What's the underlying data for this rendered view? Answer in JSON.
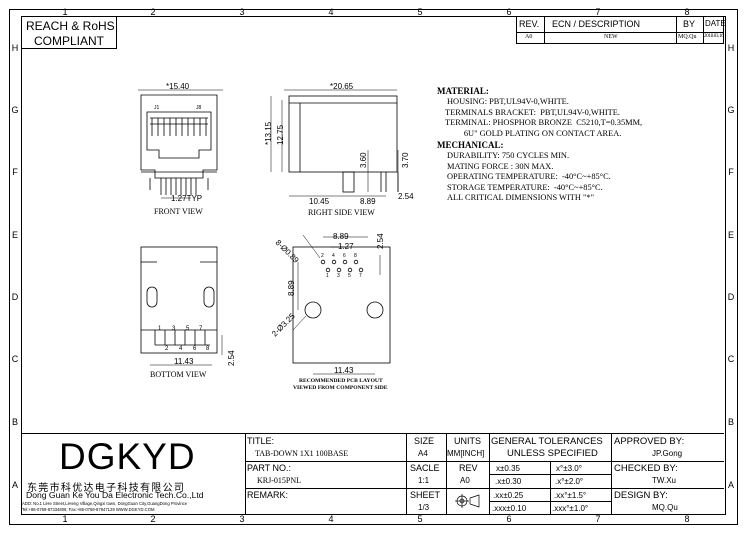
{
  "border": {
    "columns": [
      "1",
      "2",
      "3",
      "4",
      "5",
      "6",
      "7",
      "8"
    ],
    "rows": [
      "H",
      "G",
      "F",
      "E",
      "D",
      "C",
      "B",
      "A"
    ]
  },
  "compliance": {
    "line1": "REACH & RoHS",
    "line2": "COMPLIANT"
  },
  "revision": {
    "headers": {
      "rev": "REV.",
      "ecn": "ECN / DESCRIPTION",
      "by": "BY",
      "date": "DATE"
    },
    "row": {
      "rev": "A0",
      "ecn": "NEW",
      "by": "MQ.Qu",
      "date": "2018.03.16"
    }
  },
  "material": {
    "heading": "MATERIAL:",
    "lines": [
      "HOUSING: PBT,UL94V-0,WHITE.",
      "TERMINALS BRACKET:  PBT,UL94V-0,WHITE.",
      "TERMINAL: PHOSPHOR BRONZE  C5210,T=0.35MM,",
      "         6U\" GOLD PLATING ON CONTACT AREA."
    ]
  },
  "mechanical": {
    "heading": "MECHANICAL:",
    "lines": [
      "DURABILITY: 750 CYCLES MIN.",
      "MATING FORCE : 30N MAX.",
      "OPERATING TEMPERATURE:  -40°C~+85°C.",
      "STORAGE TEMPERATURE:  -40°C~+85°C.",
      "ALL CRITICAL DIMENSIONS WITH \"*\""
    ]
  },
  "views": {
    "front": {
      "caption": "FRONT VIEW",
      "width": "*15.40",
      "pitch": "1.27TYP",
      "j1": "J1",
      "j8": "J8"
    },
    "side": {
      "caption": "RIGHT SIDE VIEW",
      "length": "*20.65",
      "h1": "*13.15",
      "h2": "12.75",
      "d360": "3.60",
      "d370": "3.70",
      "d1045": "10.45",
      "d889": "8.89",
      "d254": "2.54"
    },
    "bottom": {
      "caption": "BOTTOM VIEW",
      "span": "11.43",
      "pitch": "2.54",
      "pins_top": [
        "1",
        "3",
        "5",
        "7"
      ],
      "pins_bottom": [
        "2",
        "4",
        "6",
        "8"
      ]
    },
    "pcb": {
      "caption1": "RECOMMENDED PCB LAYOUT",
      "caption2": "VIEWED FROM COMPONENT SIDE",
      "holes_small": "8-Ø0.89",
      "holes_large": "2-Ø3.25",
      "d889": "8.89",
      "d127": "1.27",
      "d254": "2.54",
      "dv889": "8.89",
      "d1143": "11.43",
      "pins_top": [
        "2",
        "4",
        "6",
        "8"
      ],
      "pins_bottom": [
        "1",
        "3",
        "5",
        "7"
      ]
    }
  },
  "company": {
    "logo": "DGKYD",
    "name_cn": "东莞市科优达电子科技有限公司",
    "name_en": "Dong Guan Ke You Da Electronic Tech.Co.,Ltd",
    "address": "ADD: No.1 LiHe Street,LiHeng Village,Qingxi town, DongGuan City,GuangDong Province",
    "contact": "Tel:+86-0769-87334806; Fax:+86-0769-87847129  WWW.DGKYD.COM"
  },
  "titleblock": {
    "title_label": "TITLE:",
    "title_value": "TAB-DOWN 1X1 100BASE",
    "part_label": "PART NO.:",
    "part_value": "KRJ-015PNL",
    "remark_label": "REMARK:",
    "size_label": "SIZE",
    "size_value": "A4",
    "units_label": "UNITS",
    "units_value": "MM[INCH]",
    "scale_label": "SACLE",
    "scale_value": "1:1",
    "rev_label": "REV",
    "rev_value": "A0",
    "sheet_label": "SHEET",
    "sheet_value": "1/3",
    "tol_label1": "GENERAL TOLERANCES",
    "tol_label2": "UNLESS SPECIFIED",
    "tolerances": [
      [
        "x±0.35",
        "x°±3.0°"
      ],
      [
        ".x±0.30",
        ".x°±2.0°"
      ],
      [
        ".xx±0.25",
        ".xx°±1.5°"
      ],
      [
        ".xxx±0.10",
        ".xxx°±1.0°"
      ]
    ],
    "approved_label": "APPROVED BY:",
    "approved_value": "JP.Gong",
    "checked_label": "CHECKED BY:",
    "checked_value": "TW.Xu",
    "design_label": "DESIGN BY:",
    "design_value": "MQ.Qu"
  }
}
